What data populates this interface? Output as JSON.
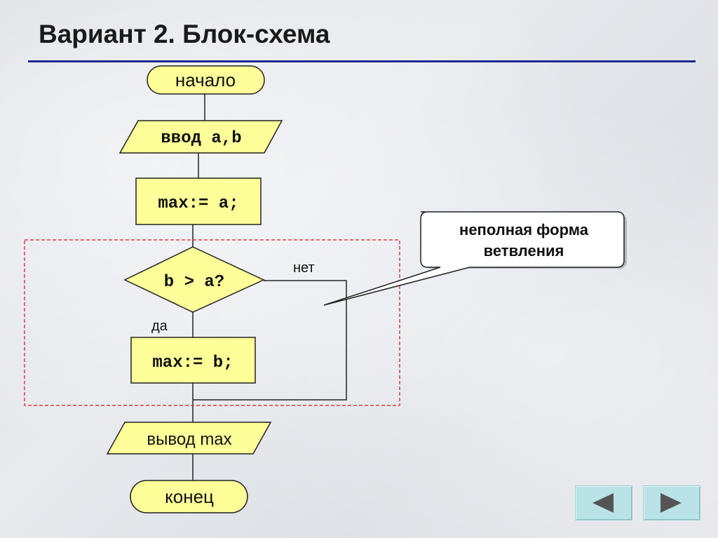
{
  "slide": {
    "title": "Вариант 2. Блок-схема"
  },
  "flowchart": {
    "start_label": "начало",
    "input_label": "ввод a,b",
    "assign_a_label": "max:= a;",
    "condition_label": "b > a?",
    "yes_label": "да",
    "no_label": "нет",
    "assign_b_label": "max:= b;",
    "output_label": "вывод max",
    "end_label": "конец"
  },
  "callout": {
    "line1": "неполная форма",
    "line2": "ветвления"
  },
  "colors": {
    "block_fill": "#ffff99",
    "title_rule": "#1f2a8a",
    "highlight_border": "#e03a4a",
    "nav_button": "#b9e3e6"
  },
  "navigation": {
    "prev_icon": "triangle-left-icon",
    "next_icon": "triangle-right-icon"
  }
}
